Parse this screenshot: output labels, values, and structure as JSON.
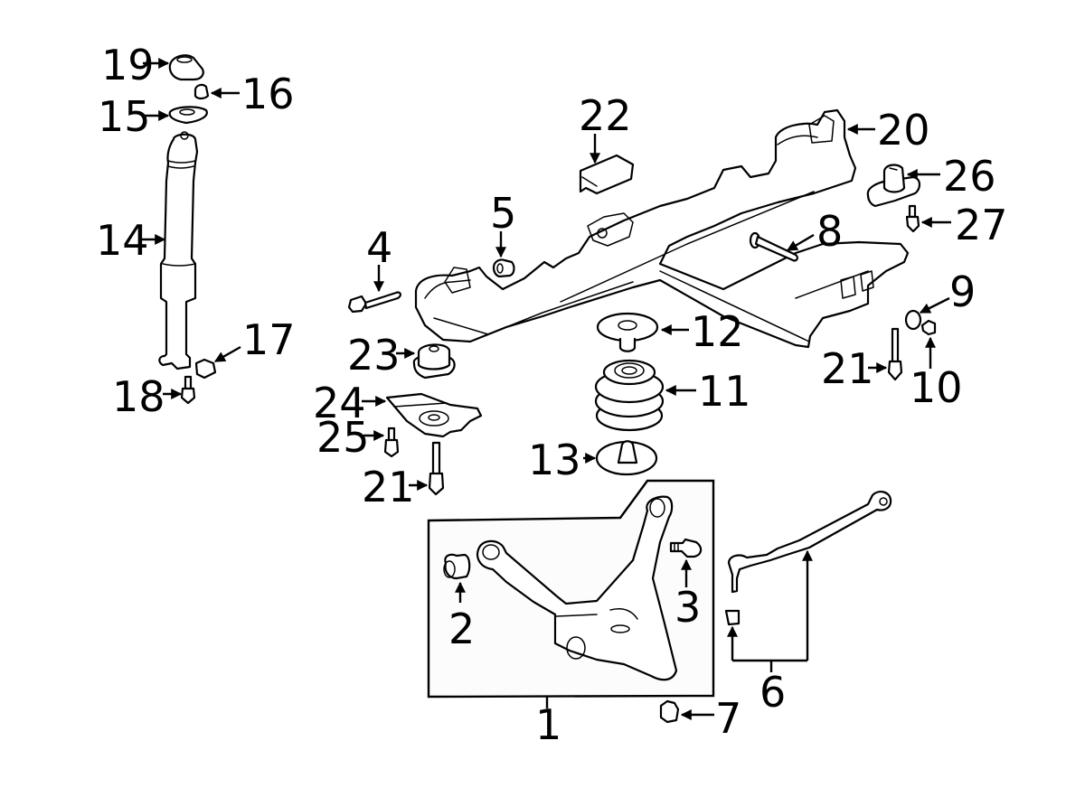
{
  "diagram": {
    "title": "Front Suspension - Exploded Parts View",
    "callouts": [
      {
        "id": "c1",
        "number": "1",
        "part": "lower-control-arm-assembly"
      },
      {
        "id": "c2",
        "number": "2",
        "part": "control-arm-bushing"
      },
      {
        "id": "c3",
        "number": "3",
        "part": "ball-joint"
      },
      {
        "id": "c4",
        "number": "4",
        "part": "bolt"
      },
      {
        "id": "c5",
        "number": "5",
        "part": "nut"
      },
      {
        "id": "c6",
        "number": "6",
        "part": "tie-rod-assembly"
      },
      {
        "id": "c7",
        "number": "7",
        "part": "nut"
      },
      {
        "id": "c8",
        "number": "8",
        "part": "bolt"
      },
      {
        "id": "c9",
        "number": "9",
        "part": "washer"
      },
      {
        "id": "c10",
        "number": "10",
        "part": "nut"
      },
      {
        "id": "c11",
        "number": "11",
        "part": "coil-spring"
      },
      {
        "id": "c12",
        "number": "12",
        "part": "upper-insulator"
      },
      {
        "id": "c13",
        "number": "13",
        "part": "lower-insulator"
      },
      {
        "id": "c14",
        "number": "14",
        "part": "shock-absorber"
      },
      {
        "id": "c15",
        "number": "15",
        "part": "upper-mount-plate"
      },
      {
        "id": "c16",
        "number": "16",
        "part": "nut"
      },
      {
        "id": "c17",
        "number": "17",
        "part": "nut"
      },
      {
        "id": "c18",
        "number": "18",
        "part": "bolt"
      },
      {
        "id": "c19",
        "number": "19",
        "part": "cap"
      },
      {
        "id": "c20",
        "number": "20",
        "part": "crossmember"
      },
      {
        "id": "c21a",
        "number": "21",
        "part": "bolt"
      },
      {
        "id": "c21b",
        "number": "21",
        "part": "bolt"
      },
      {
        "id": "c22",
        "number": "22",
        "part": "shield"
      },
      {
        "id": "c23",
        "number": "23",
        "part": "mount"
      },
      {
        "id": "c24",
        "number": "24",
        "part": "bracket"
      },
      {
        "id": "c25",
        "number": "25",
        "part": "bolt"
      },
      {
        "id": "c26",
        "number": "26",
        "part": "mount"
      },
      {
        "id": "c27",
        "number": "27",
        "part": "bolt"
      }
    ]
  }
}
